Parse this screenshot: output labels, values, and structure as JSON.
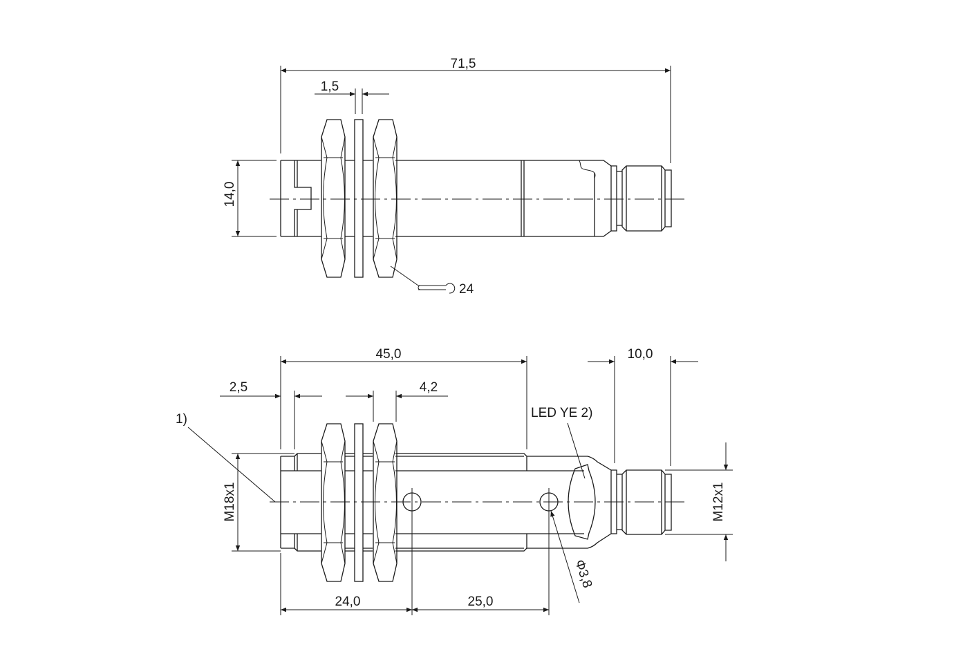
{
  "top_view": {
    "dim_total_length": "71,5",
    "dim_washer_thickness": "1,5",
    "dim_diameter": "14,0",
    "wrench_size": "24"
  },
  "bottom_view": {
    "dim_thread_length": "45,0",
    "dim_connector_length": "10,0",
    "dim_front_offset": "2,5",
    "dim_nut_width": "4,2",
    "dim_thread_main": "M18x1",
    "dim_thread_connector": "M12x1",
    "dim_hole1_position": "24,0",
    "dim_hole_spacing": "25,0",
    "dim_hole_diameter": "3,8",
    "diameter_symbol": "Φ",
    "note_1": "1)",
    "led_label": "LED YE 2)"
  }
}
